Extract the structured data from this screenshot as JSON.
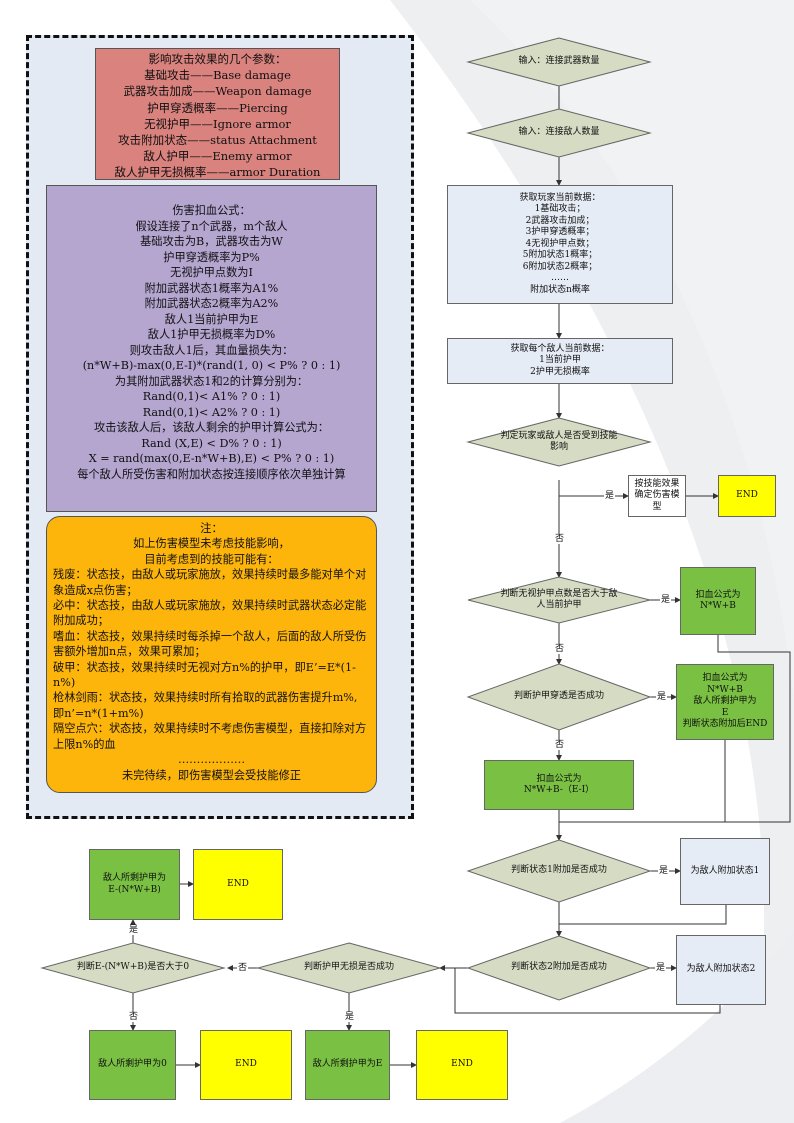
{
  "params": {
    "lines": [
      "影响攻击效果的几个参数：",
      "基础攻击——Base damage",
      "武器攻击加成——Weapon damage",
      "护甲穿透概率——Piercing",
      "无视护甲——Ignore armor",
      "攻击附加状态——status Attachment",
      "敌人护甲——Enemy armor",
      "敌人护甲无损概率——armor Duration"
    ]
  },
  "formula": {
    "lines": [
      "伤害扣血公式：",
      "假设连接了n个武器，m个敌人",
      "基础攻击为B，武器攻击为W",
      "护甲穿透概率为P%",
      "无视护甲点数为I",
      "附加武器状态1概率为A1%",
      "附加武器状态2概率为A2%",
      "敌人1当前护甲为E",
      "敌人1护甲无损概率为D%",
      "则攻击敌人1后，其血量损失为：",
      "(n*W+B)-max(0,E-I)*(rand(1, 0) < P% ? 0 : 1)",
      "为其附加武器状态1和2的计算分别为：",
      "Rand(0,1)< A1% ? 0 : 1)",
      "Rand(0,1)< A2% ? 0 : 1)",
      "攻击该敌人后，该敌人剩余的护甲计算公式为：",
      "Rand (X,E) < D% ? 0 : 1)",
      "X = rand(max(0,E-n*W+B),E) < P% ? 0 : 1)",
      "每个敌人所受伤害和附加状态按连接顺序依次单独计算"
    ]
  },
  "note": {
    "title": "注：",
    "intro1": "如上伤害模型未考虑技能影响，",
    "intro2": "目前考虑到的技能可能有：",
    "skills": [
      "残废：状态技，由敌人或玩家施放，效果持续时最多能对单个对象造成x点伤害；",
      "必中：状态技，由敌人或玩家施放，效果持续时武器状态必定能附加成功；",
      "嗜血：状态技，效果持续时每杀掉一个敌人，后面的敌人所受伤害额外增加n点，效果可累加；",
      "破甲：状态技，效果持续时无视对方n%的护甲，即E’=E*(1-n%)",
      "枪林剑雨：状态技，效果持续时所有拾取的武器伤害提升m%,即n’=n*(1+m%)",
      "隔空点穴：状态技，效果持续时不考虑伤害模型，直接扣除对方上限n%的血"
    ],
    "dots": "………………",
    "footer": "未完待续，即伤害模型会受技能修正"
  },
  "flow": {
    "d_weapons": "输入：连接武器数量",
    "d_enemies": "输入：连接敌人数量",
    "player_data": [
      "获取玩家当前数据：",
      "1基础攻击；",
      "2武器攻击加成；",
      "3护甲穿透概率；",
      "4无视护甲点数；",
      "5附加状态1概率；",
      "6附加状态2概率；",
      "……",
      "附加状态n概率"
    ],
    "enemy_data": [
      "获取每个敌人当前数据：",
      "1当前护甲",
      "2护甲无损概率"
    ],
    "d_skill": "判定玩家或敌人是否受到技能影响",
    "skill_model": "按技能效果确定伤害模型",
    "end": "END",
    "d_ignore": "判断无视护甲点数是否大于敌人当前护甲",
    "hp_nwb": "扣血公式为N*W+B",
    "d_pierce": "判断护甲穿透是否成功",
    "hp_pierce": [
      "扣血公式为",
      "N*W+B",
      "敌人所剩护甲为",
      "E",
      "判断状态附加后END"
    ],
    "hp_normal": [
      "扣血公式为",
      "N*W+B-（E-I）"
    ],
    "d_state1": "判断状态1附加是否成功",
    "add_state1": "为敌人附加状态1",
    "d_state2": "判断状态2附加是否成功",
    "add_state2": "为敌人附加状态2",
    "d_armor_loss": "判断护甲无损是否成功",
    "armor_e": "敌人所剩护甲为E",
    "d_compare": "判断E-(N*W+B)是否大于0",
    "armor_left": [
      "敌人所剩护甲为",
      "E-(N*W+B)"
    ],
    "armor_zero": "敌人所剩护甲为0",
    "yes": "是",
    "no": "否"
  }
}
